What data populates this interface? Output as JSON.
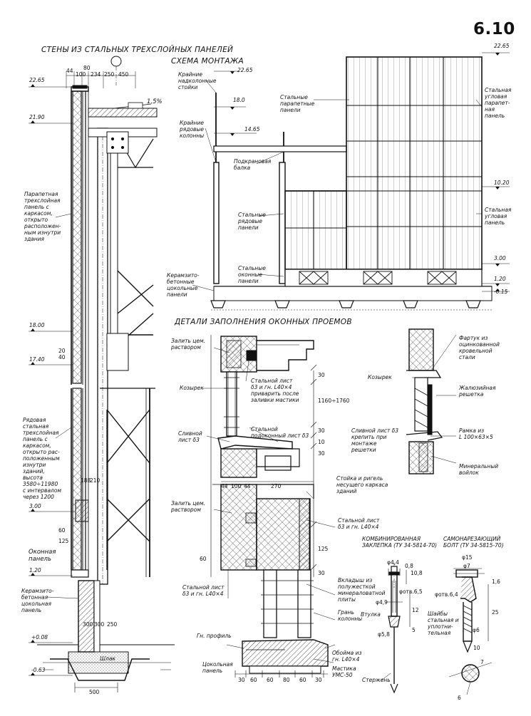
{
  "sheet_number": "6.10",
  "title": "СТЕНЫ ИЗ СТАЛЬНЫХ ТРЕХСЛОЙНЫХ ПАНЕЛЕЙ",
  "section_left": {
    "dims_top": [
      "44",
      "100",
      "80",
      "234",
      "250",
      "450"
    ],
    "slope": "1,5%",
    "levels": [
      "22.65",
      "21.90",
      "18.00",
      "17.40",
      "3.00",
      "1.20",
      "+0.08",
      "-0.63"
    ],
    "dims_side": [
      "40",
      "20",
      "60",
      "125"
    ],
    "dims_mid": [
      "188",
      "210"
    ],
    "dims_bottom": [
      "300",
      "300",
      "250"
    ],
    "width_bottom": "500",
    "label_parapet": "Парапетная\nтрехслойная\nпанель с\nкаркасом,\nоткрыто\nрасположен-\nным изнутри\nздания",
    "label_row_panel": "Рядовая\nстальная\nтрехслойная\nпанель с\nкаркасом,\nоткрыто рас-\nположенным\nизнутри\nзданий,\nвысота\n3580÷11980\nс интервалом\nчерез 1200",
    "label_window_panel": "Оконная\nпанель",
    "label_plinth": "Керамзито-\nбетонная\nцокольная\nпанель",
    "label_gravel": "Шлак"
  },
  "assembly": {
    "title": "СХЕМА МОНТАЖА",
    "levels": [
      "22.65",
      "18.0",
      "14.65",
      "22.65",
      "10.20",
      "3.00",
      "1.20",
      "-0.15"
    ],
    "label_corner_posts": "Крайние\nнадколонные\nстойки",
    "label_corner_columns": "Крайние\nрядовые\nколонны",
    "label_crane_beam": "Подкрановая\nбалка",
    "label_row_panels": "Стальные\nрядовые\nпанели",
    "label_window_panels": "Стальные\nоконные\nпанели",
    "label_plinth": "Керамзито-\nбетонные\nцокольные\nпанели",
    "label_parapet_panels": "Стальные\nпарапетные\nпанели",
    "label_corner_parapet": "Стальная\nугловая\nпарапет-\nная\nпанель",
    "label_corner_panel": "Стальная\nугловая\nпанель"
  },
  "window_details": {
    "title": "ДЕТАЛИ ЗАПОЛНЕНИЯ ОКОННЫХ ПРОЕМОВ",
    "label_fill_top": "Залить цем.\nраствором",
    "label_visor_left": "Козырек",
    "label_steel_sheet_top": "Стальной лист\nδ3 и гн. L40×4\nприварить после\nзаливки мастики",
    "label_drip_left": "Сливной\nлист δ3",
    "label_sill_sheet": "Стальной\nподоконный лист δ3",
    "label_post": "Стойка и ригель\nнесущего каркаса\nзданий",
    "dims_a": [
      "44",
      "100",
      "44"
    ],
    "dim_270": "270",
    "label_fill_mid": "Залить цем.\nраствором",
    "label_steel_sheet_right": "Стальной лист\nδ3 и гн. L40×4",
    "label_steel_sheet_left": "Стальной лист\nδ3 и гн. L40×4",
    "label_insert": "Вкладыш из\nполужесткой\nминераловатной\nплиты",
    "label_column_face": "Грань\nколонны",
    "label_profile": "Гн. профиль",
    "label_plinth_panel": "Цокольная\nпанель",
    "label_clip": "Обойма из\nгн. L40×4",
    "label_mastic": "Мастика\nУМС-50",
    "dims_bottom": [
      "30",
      "60",
      "60",
      "80",
      "60",
      "30"
    ],
    "dims_vertical": [
      "30",
      "1160÷1760",
      "30",
      "10",
      "30",
      "125",
      "30",
      "60"
    ],
    "label_visor_right": "Козырек",
    "label_flashing": "Фартук из\nоцинкованной\nкровельной\nстали",
    "label_louver": "Жалюзийная\nрешетка",
    "label_drip_right": "Сливной лист δ3\nкрепить при\nмонтаже\nрешетки",
    "label_frame": "Рамка из\nL 100×63×5",
    "label_wool": "Минеральный\nвойлок"
  },
  "rivet": {
    "title": "КОМБИНИРОВАННАЯ\nЗАКЛЕПКА (ТУ 34-5814-70)",
    "dims": [
      "φ4,4",
      "φ4,9",
      "φ5,8",
      "φотв.6,5",
      "0,8",
      "10,8",
      "12",
      "5"
    ],
    "label_sleeve": "Втулка",
    "label_rod": "Стержень"
  },
  "bolt": {
    "title": "САМОНАРЕЗАЮЩИЙ\nБОЛТ (ТУ 34-5815-70)",
    "dims": [
      "φ15",
      "φ7",
      "φотв.6,4",
      "φ6",
      "1,6",
      "25",
      "10",
      "7",
      "6"
    ],
    "label_washers": "Шайбы\nстальная и\nуплотни-\nтельная"
  },
  "colors": {
    "ink": "#111111",
    "paper": "#ffffff",
    "hatch": "#222222"
  }
}
